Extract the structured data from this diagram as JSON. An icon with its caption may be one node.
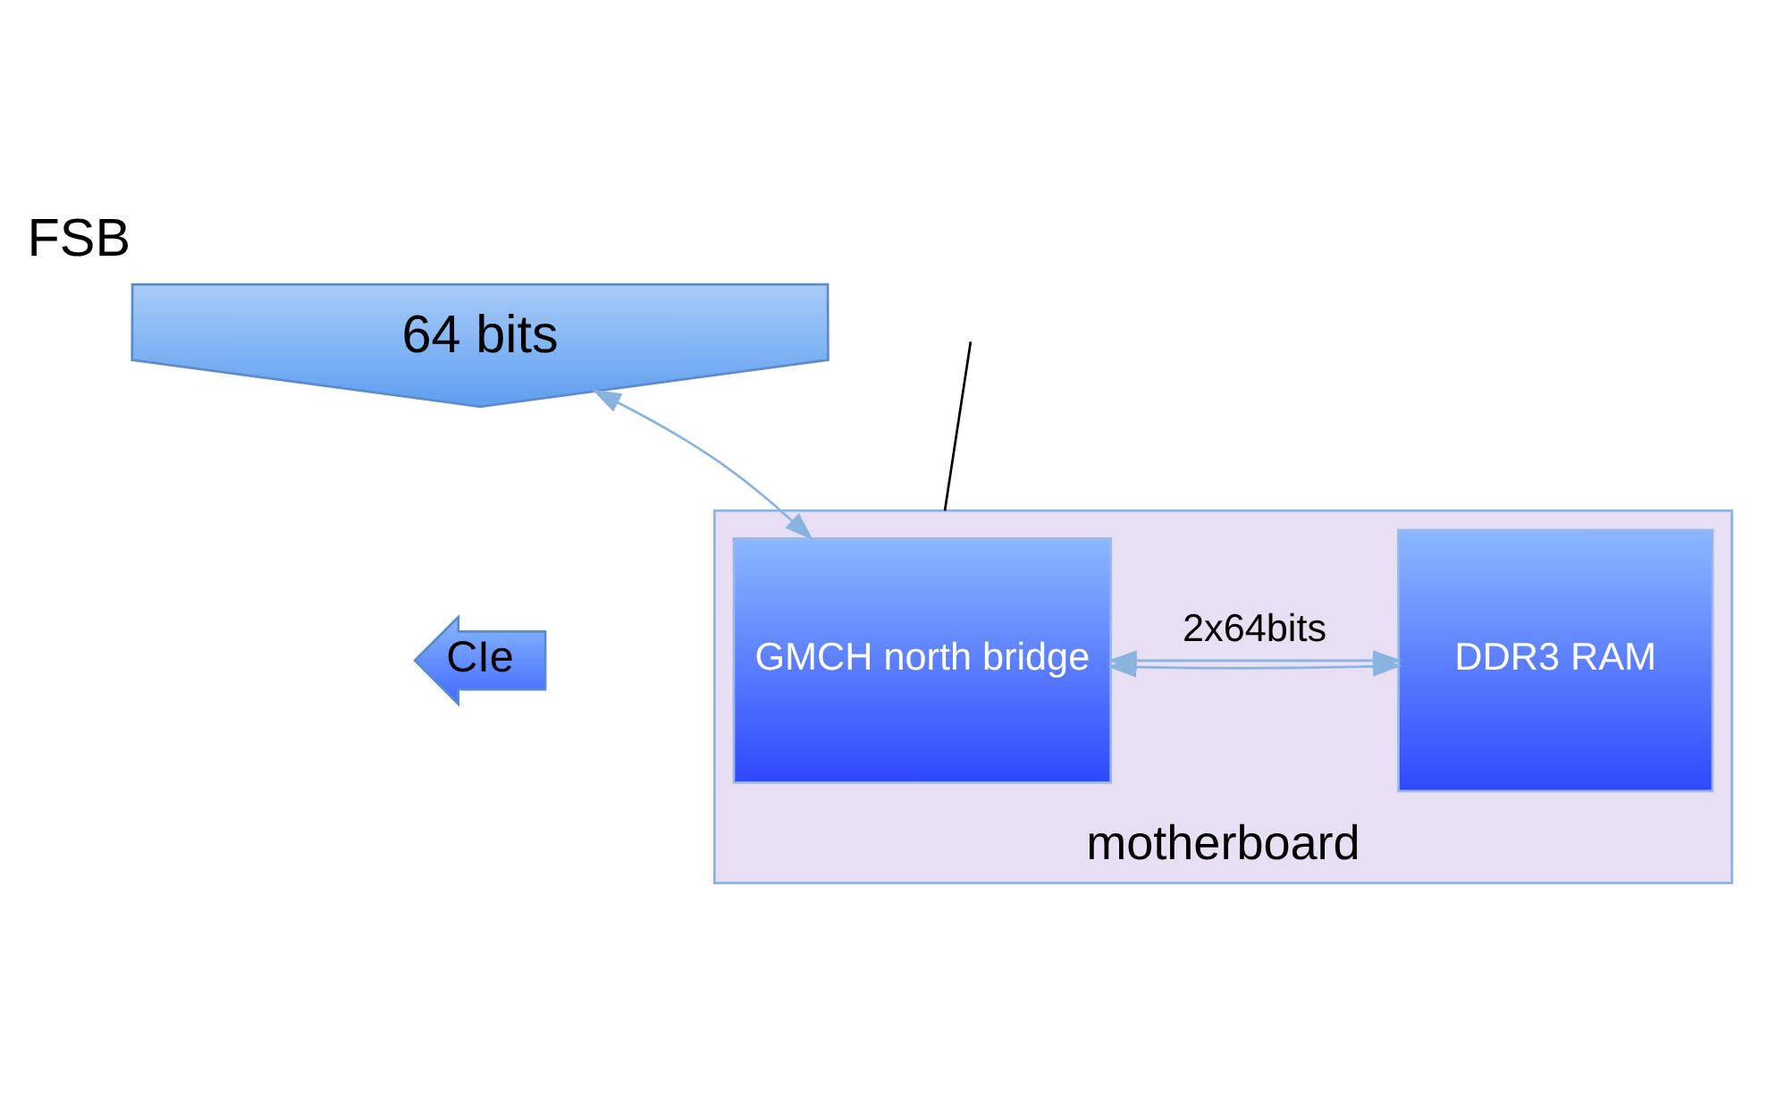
{
  "diagram": {
    "nodes": [
      {
        "text": [
          "motherboard"
        ]
      },
      {
        "text": [
          "GMCH north bridge"
        ],
        "in": 0
      },
      {
        "text": [
          "DDR3 RAM"
        ],
        "in": 0
      },
      {
        "text": [
          "64 bits"
        ],
        "beside": [
          "FSB"
        ]
      },
      {
        "text": [
          "CIe"
        ]
      }
    ],
    "edges": [
      {
        "from": 1,
        "to": 3,
        "arrow": "both"
      },
      {
        "from": 1,
        "to": 2,
        "arrow": "both"
      },
      {
        "from": 1,
        "to": 2,
        "arrow": "both",
        "label": "2x64bits"
      },
      {
        "from": null,
        "to": 0,
        "arrow": "none",
        "color": "#000000"
      }
    ]
  }
}
